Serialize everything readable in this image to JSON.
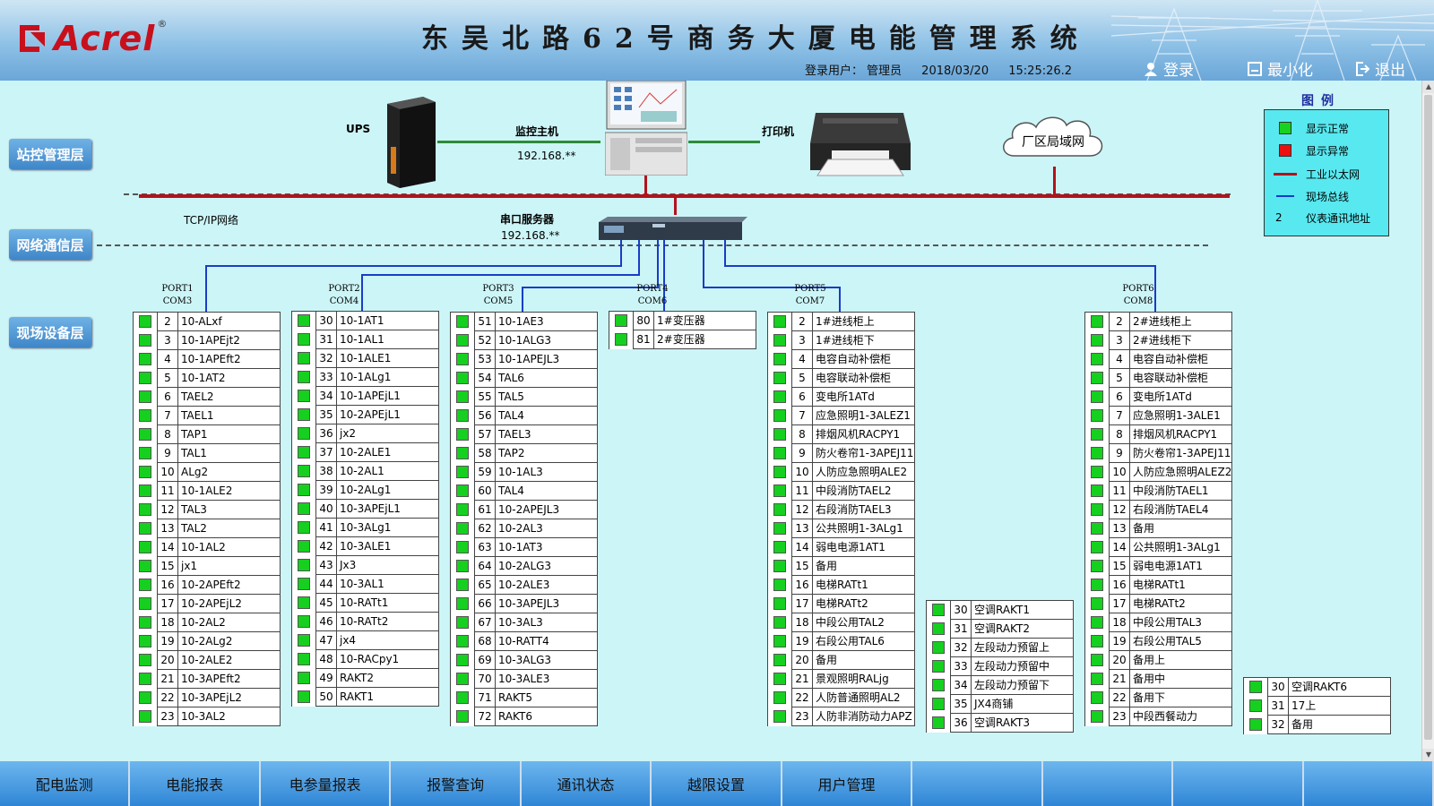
{
  "header": {
    "logo_text": "Acrel",
    "logo_reg": "®",
    "title": "东吴北路62号商务大厦电能管理系统",
    "login_label": "登录用户：",
    "user": "管理员",
    "date": "2018/03/20",
    "time": "15:25:26.2",
    "buttons": {
      "login": "登录",
      "minimize": "最小化",
      "exit": "退出"
    }
  },
  "layers": {
    "station": "站控管理层",
    "network": "网络通信层",
    "field": "现场设备层"
  },
  "devices": {
    "ups": "UPS",
    "host": "监控主机",
    "host_ip": "192.168.**",
    "printer": "打印机",
    "cloud": "厂区局域网",
    "serial": "串口服务器",
    "serial_ip": "192.168.**",
    "tcpip": "TCP/IP网络"
  },
  "legend": {
    "title": "图例",
    "items": [
      {
        "symbol": "green-square",
        "label": "显示正常"
      },
      {
        "symbol": "red-square",
        "label": "显示异常"
      },
      {
        "symbol": "red-line",
        "label": "工业以太网"
      },
      {
        "symbol": "blue-line",
        "label": "现场总线"
      },
      {
        "symbol": "2",
        "label": "仪表通讯地址"
      }
    ],
    "colors": {
      "normal": "#16d01f",
      "abnormal": "#ee0f0f",
      "ethernet": "#b3121b",
      "fieldbus": "#1a3cc8"
    }
  },
  "ports": [
    {
      "port": "PORT1",
      "com": "COM3"
    },
    {
      "port": "PORT2",
      "com": "COM4"
    },
    {
      "port": "PORT3",
      "com": "COM5"
    },
    {
      "port": "PORT4",
      "com": "COM6"
    },
    {
      "port": "PORT5",
      "com": "COM7"
    },
    {
      "port": "PORT6",
      "com": "COM8"
    }
  ],
  "tables": [
    {
      "rows": [
        {
          "no": "2",
          "name": "10-ALxf"
        },
        {
          "no": "3",
          "name": "10-1APEjt2"
        },
        {
          "no": "4",
          "name": "10-1APEft2"
        },
        {
          "no": "5",
          "name": "10-1AT2"
        },
        {
          "no": "6",
          "name": "TAEL2"
        },
        {
          "no": "7",
          "name": "TAEL1"
        },
        {
          "no": "8",
          "name": "TAP1"
        },
        {
          "no": "9",
          "name": "TAL1"
        },
        {
          "no": "10",
          "name": "ALg2"
        },
        {
          "no": "11",
          "name": "10-1ALE2"
        },
        {
          "no": "12",
          "name": "TAL3"
        },
        {
          "no": "13",
          "name": "TAL2"
        },
        {
          "no": "14",
          "name": "10-1AL2"
        },
        {
          "no": "15",
          "name": "jx1"
        },
        {
          "no": "16",
          "name": "10-2APEft2"
        },
        {
          "no": "17",
          "name": "10-2APEjL2"
        },
        {
          "no": "18",
          "name": "10-2AL2"
        },
        {
          "no": "19",
          "name": "10-2ALg2"
        },
        {
          "no": "20",
          "name": "10-2ALE2"
        },
        {
          "no": "21",
          "name": "10-3APEft2"
        },
        {
          "no": "22",
          "name": "10-3APEjL2"
        },
        {
          "no": "23",
          "name": "10-3AL2"
        }
      ]
    },
    {
      "rows": [
        {
          "no": "30",
          "name": "10-1AT1"
        },
        {
          "no": "31",
          "name": "10-1AL1"
        },
        {
          "no": "32",
          "name": "10-1ALE1"
        },
        {
          "no": "33",
          "name": "10-1ALg1"
        },
        {
          "no": "34",
          "name": "10-1APEjL1"
        },
        {
          "no": "35",
          "name": "10-2APEjL1"
        },
        {
          "no": "36",
          "name": "jx2"
        },
        {
          "no": "37",
          "name": "10-2ALE1"
        },
        {
          "no": "38",
          "name": "10-2AL1"
        },
        {
          "no": "39",
          "name": "10-2ALg1"
        },
        {
          "no": "40",
          "name": "10-3APEjL1"
        },
        {
          "no": "41",
          "name": "10-3ALg1"
        },
        {
          "no": "42",
          "name": "10-3ALE1"
        },
        {
          "no": "43",
          "name": "Jx3"
        },
        {
          "no": "44",
          "name": "10-3AL1"
        },
        {
          "no": "45",
          "name": "10-RATt1"
        },
        {
          "no": "46",
          "name": "10-RATt2"
        },
        {
          "no": "47",
          "name": "jx4"
        },
        {
          "no": "48",
          "name": "10-RACpy1"
        },
        {
          "no": "49",
          "name": "RAKT2"
        },
        {
          "no": "50",
          "name": "RAKT1"
        }
      ]
    },
    {
      "rows": [
        {
          "no": "51",
          "name": "10-1AE3"
        },
        {
          "no": "52",
          "name": "10-1ALG3"
        },
        {
          "no": "53",
          "name": "10-1APEJL3"
        },
        {
          "no": "54",
          "name": "TAL6"
        },
        {
          "no": "55",
          "name": "TAL5"
        },
        {
          "no": "56",
          "name": "TAL4"
        },
        {
          "no": "57",
          "name": "TAEL3"
        },
        {
          "no": "58",
          "name": "TAP2"
        },
        {
          "no": "59",
          "name": "10-1AL3"
        },
        {
          "no": "60",
          "name": "TAL4"
        },
        {
          "no": "61",
          "name": "10-2APEJL3"
        },
        {
          "no": "62",
          "name": "10-2AL3"
        },
        {
          "no": "63",
          "name": "10-1AT3"
        },
        {
          "no": "64",
          "name": "10-2ALG3"
        },
        {
          "no": "65",
          "name": "10-2ALE3"
        },
        {
          "no": "66",
          "name": "10-3APEJL3"
        },
        {
          "no": "67",
          "name": "10-3AL3"
        },
        {
          "no": "68",
          "name": "10-RATT4"
        },
        {
          "no": "69",
          "name": "10-3ALG3"
        },
        {
          "no": "70",
          "name": "10-3ALE3"
        },
        {
          "no": "71",
          "name": "RAKT5"
        },
        {
          "no": "72",
          "name": "RAKT6"
        }
      ]
    },
    {
      "rows": [
        {
          "no": "80",
          "name": "1#变压器"
        },
        {
          "no": "81",
          "name": "2#变压器"
        }
      ]
    },
    {
      "rows": [
        {
          "no": "2",
          "name": "1#进线柜上"
        },
        {
          "no": "3",
          "name": "1#进线柜下"
        },
        {
          "no": "4",
          "name": "电容自动补偿柜"
        },
        {
          "no": "5",
          "name": "电容联动补偿柜"
        },
        {
          "no": "6",
          "name": "变电所1ATd"
        },
        {
          "no": "7",
          "name": "应急照明1-3ALEZ1"
        },
        {
          "no": "8",
          "name": "排烟风机RACPY1"
        },
        {
          "no": "9",
          "name": "防火卷帘1-3APEJ11"
        },
        {
          "no": "10",
          "name": "人防应急照明ALE2"
        },
        {
          "no": "11",
          "name": "中段消防TAEL2"
        },
        {
          "no": "12",
          "name": "右段消防TAEL3"
        },
        {
          "no": "13",
          "name": "公共照明1-3ALg1"
        },
        {
          "no": "14",
          "name": "弱电电源1AT1"
        },
        {
          "no": "15",
          "name": "备用"
        },
        {
          "no": "16",
          "name": "电梯RATt1"
        },
        {
          "no": "17",
          "name": "电梯RATt2"
        },
        {
          "no": "18",
          "name": "中段公用TAL2"
        },
        {
          "no": "19",
          "name": "右段公用TAL6"
        },
        {
          "no": "20",
          "name": "备用"
        },
        {
          "no": "21",
          "name": "景观照明RALjg"
        },
        {
          "no": "22",
          "name": "人防普通照明AL2"
        },
        {
          "no": "23",
          "name": "人防非消防动力APZ"
        }
      ]
    },
    {
      "rows": [
        {
          "no": "30",
          "name": "空调RAKT1"
        },
        {
          "no": "31",
          "name": "空调RAKT2"
        },
        {
          "no": "32",
          "name": "左段动力预留上"
        },
        {
          "no": "33",
          "name": "左段动力预留中"
        },
        {
          "no": "34",
          "name": "左段动力预留下"
        },
        {
          "no": "35",
          "name": "JX4商铺"
        },
        {
          "no": "36",
          "name": "空调RAKT3"
        }
      ]
    },
    {
      "rows": [
        {
          "no": "2",
          "name": "2#进线柜上"
        },
        {
          "no": "3",
          "name": "2#进线柜下"
        },
        {
          "no": "4",
          "name": "电容自动补偿柜"
        },
        {
          "no": "5",
          "name": "电容联动补偿柜"
        },
        {
          "no": "6",
          "name": "变电所1ATd"
        },
        {
          "no": "7",
          "name": "应急照明1-3ALE1"
        },
        {
          "no": "8",
          "name": "排烟风机RACPY1"
        },
        {
          "no": "9",
          "name": "防火卷帘1-3APEJ11"
        },
        {
          "no": "10",
          "name": "人防应急照明ALEZ2"
        },
        {
          "no": "11",
          "name": "中段消防TAEL1"
        },
        {
          "no": "12",
          "name": "右段消防TAEL4"
        },
        {
          "no": "13",
          "name": "备用"
        },
        {
          "no": "14",
          "name": "公共照明1-3ALg1"
        },
        {
          "no": "15",
          "name": "弱电电源1AT1"
        },
        {
          "no": "16",
          "name": "电梯RATt1"
        },
        {
          "no": "17",
          "name": "电梯RATt2"
        },
        {
          "no": "18",
          "name": "中段公用TAL3"
        },
        {
          "no": "19",
          "name": "右段公用TAL5"
        },
        {
          "no": "20",
          "name": "备用上"
        },
        {
          "no": "21",
          "name": "备用中"
        },
        {
          "no": "22",
          "name": "备用下"
        },
        {
          "no": "23",
          "name": "中段西餐动力"
        }
      ]
    },
    {
      "rows": [
        {
          "no": "30",
          "name": "空调RAKT6"
        },
        {
          "no": "31",
          "name": "17上"
        },
        {
          "no": "32",
          "name": "备用"
        }
      ]
    }
  ],
  "nav": [
    "配电监测",
    "电能报表",
    "电参量报表",
    "报警查询",
    "通讯状态",
    "越限设置",
    "用户管理",
    "",
    "",
    "",
    ""
  ]
}
